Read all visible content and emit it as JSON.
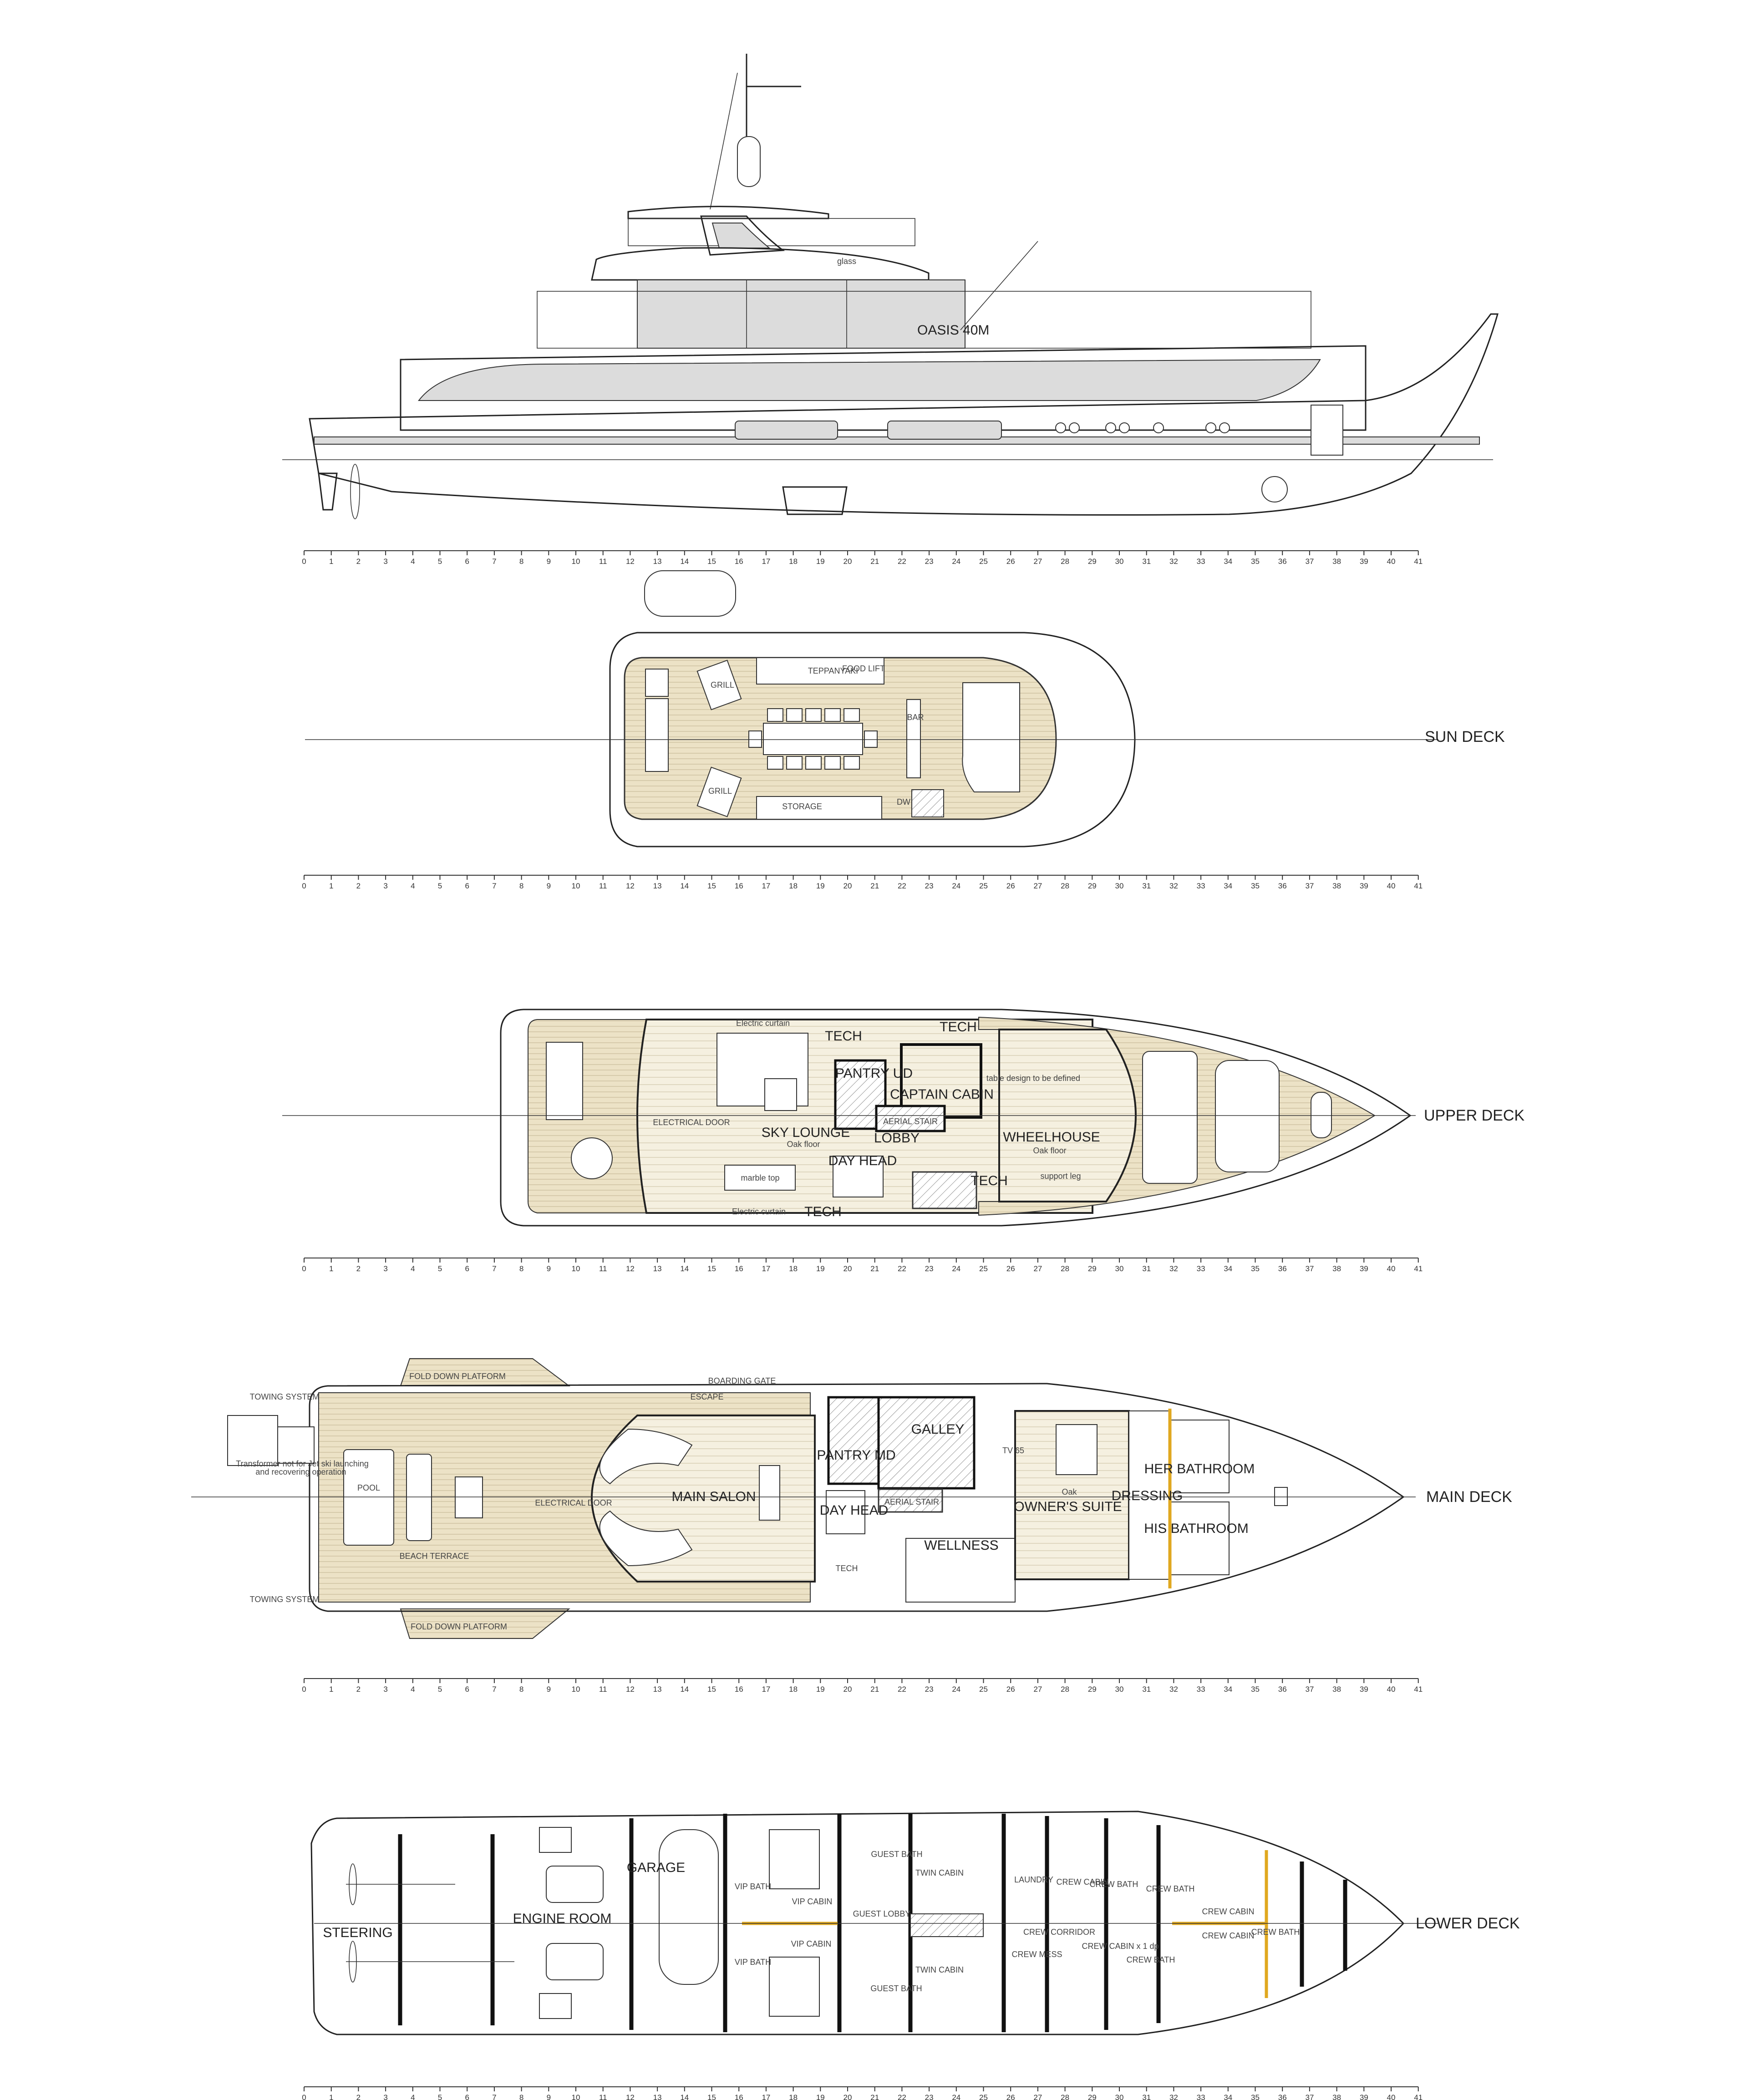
{
  "title": "OASIS 40M",
  "colors": {
    "teak_deck": "#ece2c6",
    "interior_floor": "#f5f0e0",
    "partition_yellow": "#e0a820",
    "glass_gray": "#dcdcdc"
  },
  "ruler_ticks": [
    0,
    1,
    2,
    3,
    4,
    5,
    6,
    7,
    8,
    9,
    10,
    11,
    12,
    13,
    14,
    15,
    16,
    17,
    18,
    19,
    20,
    21,
    22,
    23,
    24,
    25,
    26,
    27,
    28,
    29,
    30,
    31,
    32,
    33,
    34,
    35,
    36,
    37,
    38,
    39,
    40,
    41
  ],
  "profile": {
    "glass_label": "glass",
    "name_label": "OASIS 40M"
  },
  "sun_deck": {
    "label": "SUN DECK",
    "rooms": {
      "storage": "STORAGE",
      "teppanyaki": "TEPPANYAKI",
      "food_lift": "FOOD LIFT",
      "bar": "BAR",
      "dw": "DW",
      "grill": "GRILL"
    }
  },
  "upper_deck": {
    "label": "UPPER DECK",
    "rooms": {
      "sky_lounge": "SKY LOUNGE",
      "oak_floor": "Oak floor",
      "lobby": "LOBBY",
      "pantry": "PANTRY UD",
      "captain_cabin": "CAPTAIN CABIN",
      "day_head": "DAY HEAD",
      "tech": "TECH",
      "wheelhouse": "WHEELHOUSE",
      "electrical_door": "ELECTRICAL DOOR",
      "electric_curtain": "Electric curtain",
      "aerial_stair": "AERIAL STAIR",
      "marble_top": "marble top",
      "table_note": "table design to be defined",
      "support_leg": "support leg"
    }
  },
  "main_deck": {
    "label": "MAIN DECK",
    "rooms": {
      "fold_down_platform": "FOLD DOWN PLATFORM",
      "pool": "POOL",
      "beach_terrace": "BEACH TERRACE",
      "transformer_note_1": "Transformer not for Jet ski launching",
      "transformer_note_2": "and recovering operation",
      "electrical_door": "ELECTRICAL DOOR",
      "main_salon": "MAIN SALON",
      "pantry": "PANTRY MD",
      "galley": "GALLEY",
      "day_head": "DAY HEAD",
      "aerial_stair": "AERIAL STAIR",
      "wellness": "WELLNESS",
      "owners_suite": "OWNER'S SUITE",
      "oak": "Oak",
      "dressing": "DRESSING",
      "her_bathroom": "HER BATHROOM",
      "his_bathroom": "HIS BATHROOM",
      "tv": "TV 65",
      "towing_system": "TOWING SYSTEM",
      "tech": "TECH",
      "escape": "ESCAPE",
      "boarding_gate": "BOARDING GATE"
    }
  },
  "lower_deck": {
    "label": "LOWER DECK",
    "rooms": {
      "steering": "STEERING",
      "engine_room": "ENGINE ROOM",
      "garage": "GARAGE",
      "vip_cabin": "VIP CABIN",
      "vip_bath": "VIP BATH",
      "guest_bath": "GUEST BATH",
      "twin_cabin": "TWIN CABIN",
      "guest_lobby": "GUEST LOBBY",
      "laundry": "LAUNDRY",
      "crew_cabin": "CREW CABIN",
      "crew_bath": "CREW BATH",
      "crew_corridor": "CREW CORRIDOR",
      "crew_mess": "CREW MESS",
      "crew_cabin_dp": "CREW CABIN x 1 dp"
    }
  }
}
